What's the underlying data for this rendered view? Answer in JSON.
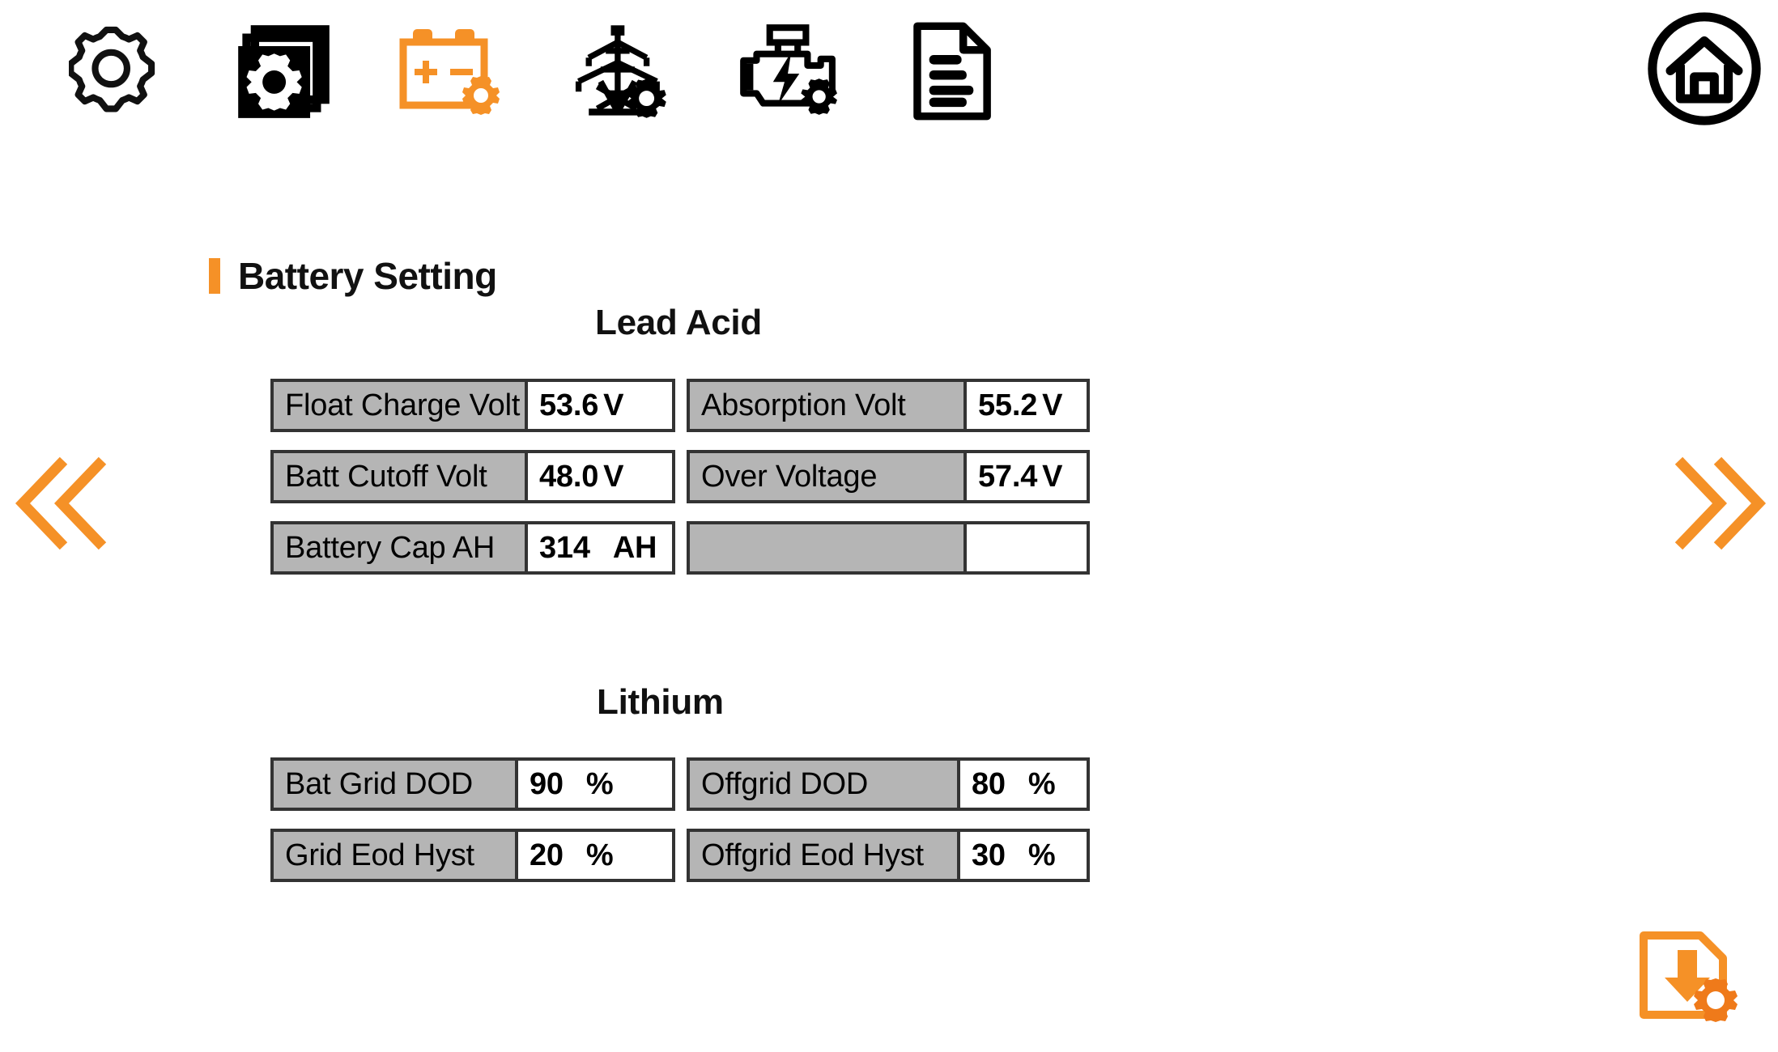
{
  "colors": {
    "accent": "#f59127",
    "accent_dark": "#ef7a1a",
    "label_gray": "#b5b5b5",
    "border": "#333333",
    "text": "#000000"
  },
  "toolbar": {
    "items": [
      {
        "name": "system-setting",
        "icon": "gear-outline-icon",
        "active": false
      },
      {
        "name": "advanced-setting",
        "icon": "stacked-gears-icon",
        "active": false
      },
      {
        "name": "battery-setting",
        "icon": "battery-gear-icon",
        "active": true
      },
      {
        "name": "grid-setting",
        "icon": "power-tower-gear-icon",
        "active": false
      },
      {
        "name": "generator-setting",
        "icon": "generator-gear-icon",
        "active": false
      },
      {
        "name": "report-log",
        "icon": "document-lines-icon",
        "active": false
      }
    ],
    "home": {
      "name": "home-button",
      "icon": "home-circle-icon"
    }
  },
  "header": {
    "title": "Battery Setting"
  },
  "sections": [
    {
      "id": "lead-acid",
      "heading": "Lead Acid",
      "rows": [
        {
          "left": {
            "label": "Float Charge Volt",
            "value": "53.6",
            "unit": "V"
          },
          "right": {
            "label": "Absorption Volt",
            "value": "55.2",
            "unit": "V"
          }
        },
        {
          "left": {
            "label": "Batt Cutoff Volt",
            "value": "48.0",
            "unit": "V"
          },
          "right": {
            "label": "Over Voltage",
            "value": "57.4",
            "unit": "V"
          }
        },
        {
          "left": {
            "label": "Battery Cap AH",
            "value": "314",
            "unit": "AH"
          },
          "right": {
            "label": "",
            "value": "",
            "unit": ""
          }
        }
      ]
    },
    {
      "id": "lithium",
      "heading": "Lithium",
      "rows": [
        {
          "left": {
            "label": "Bat Grid DOD",
            "value": "90",
            "unit": "%"
          },
          "right": {
            "label": "Offgrid DOD",
            "value": "80",
            "unit": "%"
          }
        },
        {
          "left": {
            "label": "Grid Eod Hyst",
            "value": "20",
            "unit": "%"
          },
          "right": {
            "label": "Offgrid Eod Hyst",
            "value": "30",
            "unit": "%"
          }
        }
      ]
    }
  ],
  "navigation": {
    "prev": {
      "name": "previous-page",
      "icon": "double-chevron-left-icon"
    },
    "next": {
      "name": "next-page",
      "icon": "double-chevron-right-icon"
    }
  },
  "actions": {
    "save": {
      "name": "save-settings",
      "icon": "save-document-gear-icon"
    }
  }
}
